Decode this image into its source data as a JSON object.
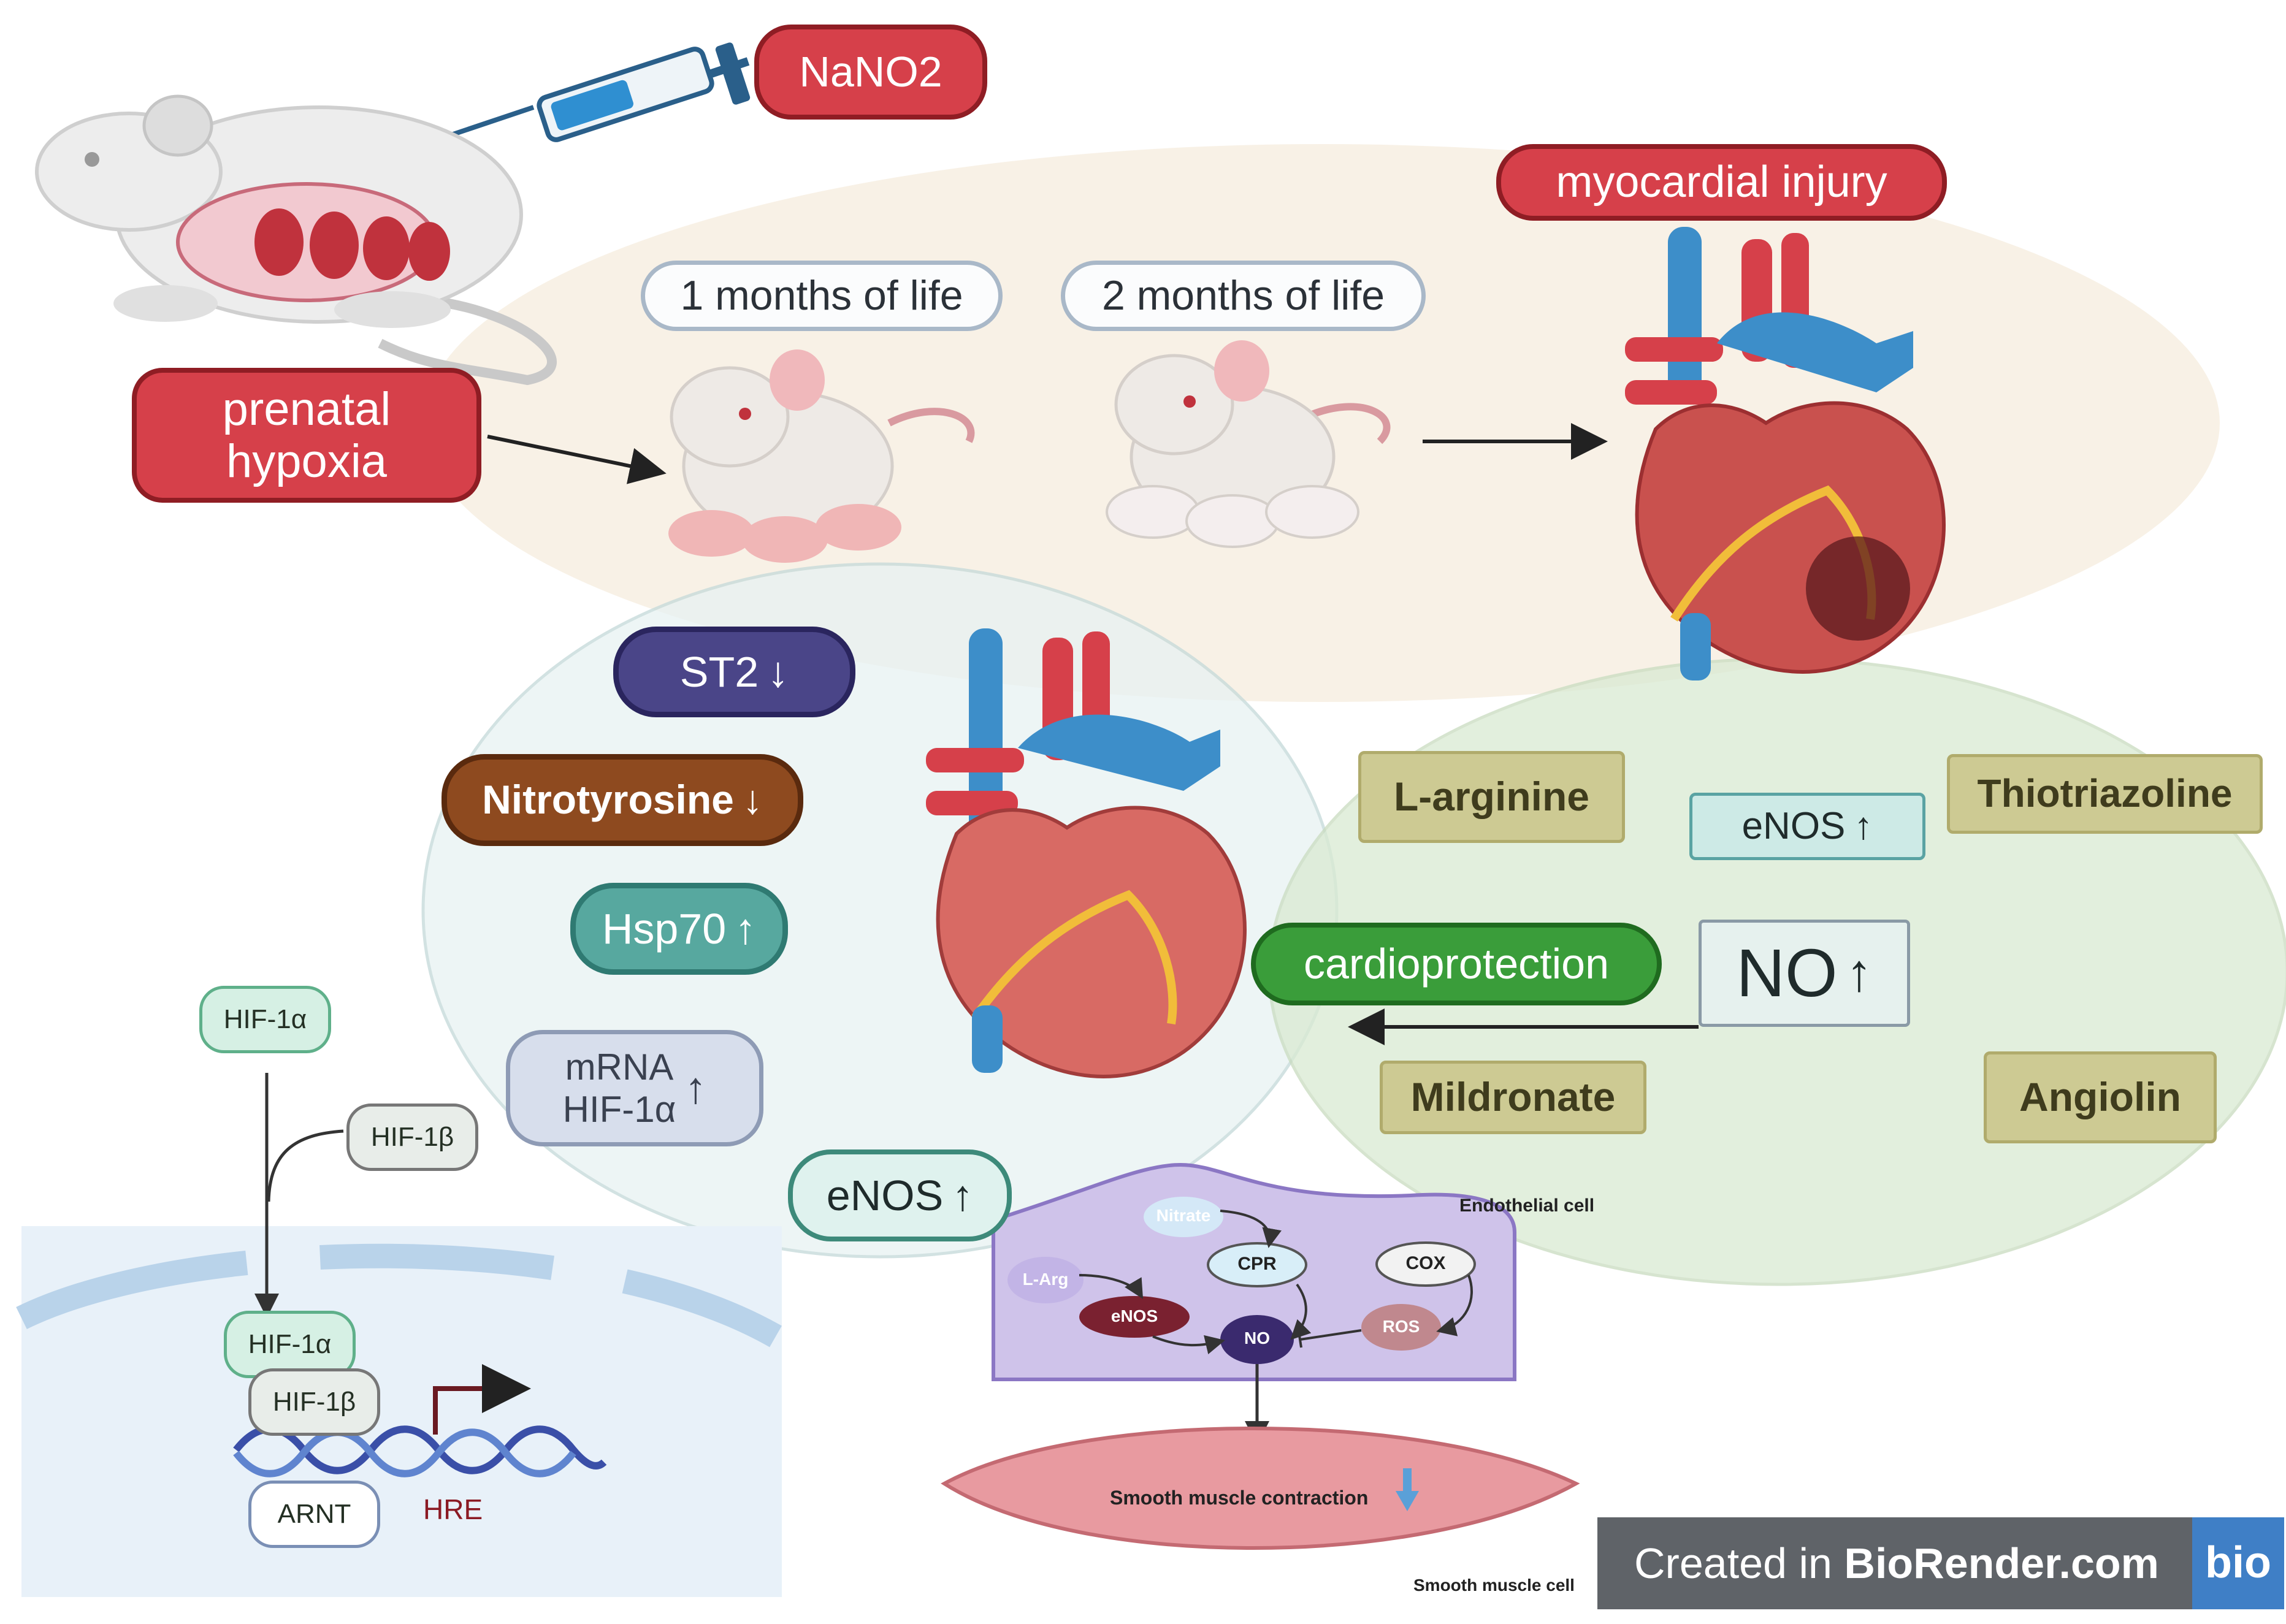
{
  "interventions": {
    "nano2": "NaNO2",
    "prenatal_hypoxia_line1": "prenatal",
    "prenatal_hypoxia_line2": "hypoxia",
    "myocardial_injury": "myocardial injury"
  },
  "timeline": {
    "month1": "1 months of life",
    "month2": "2 months of life"
  },
  "markers": {
    "st2": "ST2",
    "nitrotyrosine": "Nitrotyrosine",
    "hsp70": "Hsp70",
    "mrna_line1": "mRNA",
    "mrna_line2": "HIF-1α",
    "enos_left": "eNOS",
    "down_arrow": "↓",
    "up_arrow": "↑"
  },
  "protection": {
    "l_arginine": "L-arginine",
    "enos_right": "eNOS",
    "thiotriazoline": "Thiotriazoline",
    "no": "NO",
    "cardioprotection": "cardioprotection",
    "mildronate": "Mildronate",
    "angiolin": "Angiolin"
  },
  "pathway": {
    "endothelial_cell": "Endothelial cell",
    "nitrate": "Nitrate",
    "cpr": "CPR",
    "cox": "COX",
    "l_arg": "L-Arg",
    "enos": "eNOS",
    "no": "NO",
    "ros": "ROS",
    "smooth_muscle_contraction": "Smooth muscle contraction",
    "smooth_muscle_cell": "Smooth muscle cell"
  },
  "hif": {
    "hif1a_top": "HIF-1α",
    "hif1b_top": "HIF-1β",
    "hif1a_bottom": "HIF-1α",
    "hif1b_bottom": "HIF-1β",
    "arnt": "ARNT",
    "hre": "HRE"
  },
  "watermark": {
    "prefix": "Created in ",
    "brand": "BioRender.com",
    "logo": "bio"
  },
  "colors": {
    "red_pill": "#d6404a",
    "st2": "#4a4588",
    "nitrotyrosine": "#8e4a1f",
    "hsp70": "#57a89f",
    "cardioprotection": "#3a9d3a",
    "drug_box": "#cdca93"
  }
}
